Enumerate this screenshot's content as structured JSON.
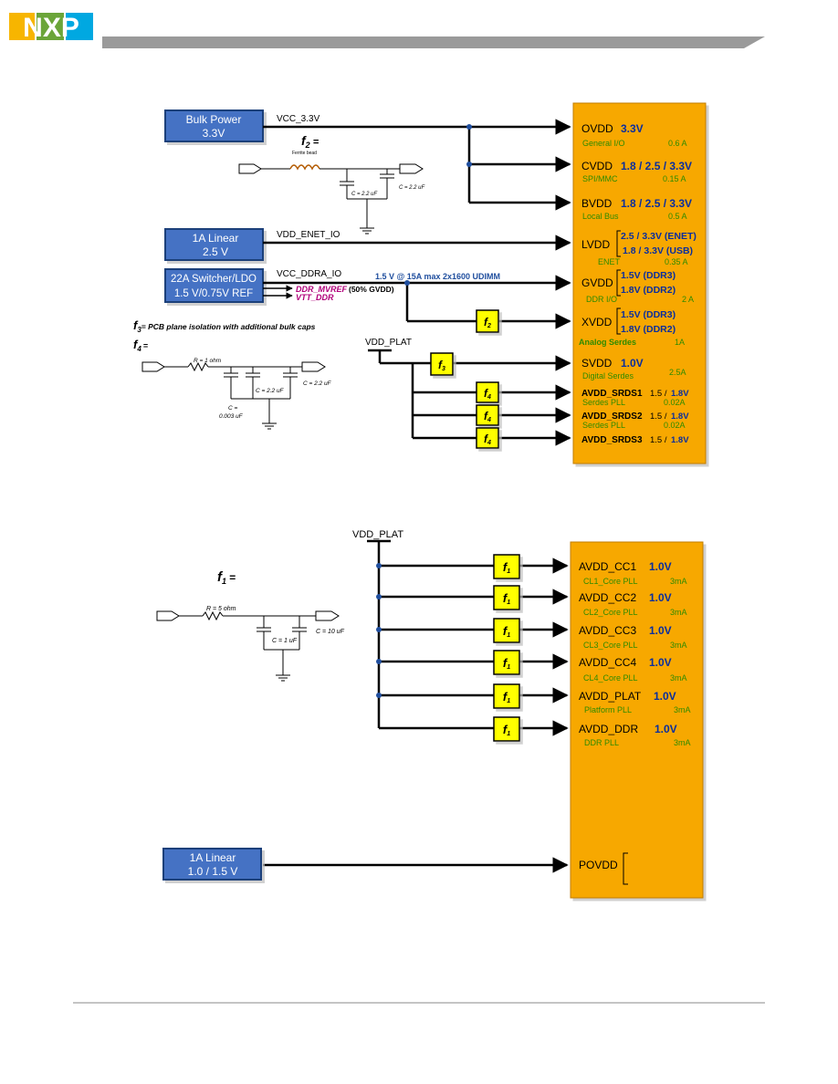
{
  "header": {
    "logo": "NXP"
  },
  "colors": {
    "accent_orange": "#F7A800",
    "source_blue": "#4472C4",
    "label_green": "#2E8B00",
    "value_blue": "#0A2E9E",
    "ddr_magenta": "#B0007A",
    "filter_yellow": "#FFFF00",
    "note_blue": "#1F4E9E"
  },
  "diagram1": {
    "sources": [
      {
        "line1": "Bulk Power",
        "line2": "3.3V"
      },
      {
        "line1": "1A Linear",
        "line2": "2.5 V"
      },
      {
        "line1": "22A Switcher/LDO",
        "line2": "1.5 V/0.75V REF"
      }
    ],
    "nets": {
      "vcc33": "VCC_3.3V",
      "enet": "VDD_ENET_IO",
      "ddra": "VCC_DDRA_IO",
      "plat": "VDD_PLAT"
    },
    "ddr_note": "1.5 V @ 15A max 2x1600 UDIMM",
    "ddr_mvref": "DDR_MVREF",
    "ddr_mvref_note": "(50% GVDD)",
    "vtt_ddr": "VTT_DDR",
    "f3_note": "= PCB plane isolation with additional bulk caps",
    "f2_title": "f",
    "f2_sub": "2",
    "f2_eq": "=",
    "f2_part": "Ferrite bead",
    "f2_c1": "C = 2.2 uF",
    "f2_c2": "C = 2.2 uF",
    "f4_r": "R = 1 ohm",
    "f4_c1": "C = 2.2 uF",
    "f4_c2": "C = 2.2 uF",
    "f4_c3a": "C =",
    "f4_c3b": "0.003 uF",
    "filters": {
      "f2": "f2",
      "f3": "f3",
      "f4": "f4"
    },
    "rails": {
      "ovdd": {
        "name": "OVDD",
        "value": "3.3V",
        "desc": "General I/O",
        "current": "0.6 A"
      },
      "cvdd": {
        "name": "CVDD",
        "value": "1.8 / 2.5 / 3.3V",
        "desc": "SPI/MMC",
        "current": "0.15 A"
      },
      "bvdd": {
        "name": "BVDD",
        "value": "1.8 / 2.5 / 3.3V",
        "desc": "Local Bus",
        "current": "0.5 A"
      },
      "lvdd": {
        "name": "LVDD",
        "value1": "2.5 / 3.3V (ENET)",
        "value2": "1.8 / 3.3V (USB)",
        "desc": "ENET",
        "current": "0.35 A"
      },
      "gvdd": {
        "name": "GVDD",
        "value1": "1.5V (DDR3)",
        "value2": "1.8V (DDR2)",
        "desc": "DDR I/O",
        "current": "2 A"
      },
      "xvdd": {
        "name": "XVDD",
        "value1": "1.5V (DDR3)",
        "value2": "1.8V (DDR2)",
        "desc": "Analog Serdes",
        "current": "1A"
      },
      "svdd": {
        "name": "SVDD",
        "value": "1.0V",
        "desc": "Digital Serdes",
        "current": "2.5A"
      },
      "srds1": {
        "name": "AVDD_SRDS1",
        "value_a": "1.5 /",
        "value_b": "1.8V",
        "desc": "Serdes PLL",
        "current": "0.02A"
      },
      "srds2": {
        "name": "AVDD_SRDS2",
        "value_a": "1.5 /",
        "value_b": "1.8V",
        "desc": "Serdes PLL",
        "current": "0.02A"
      },
      "srds3": {
        "name": "AVDD_SRDS3",
        "value_a": "1.5 /",
        "value_b": "1.8V"
      }
    }
  },
  "diagram2": {
    "net": "VDD_PLAT",
    "f1_title": "f",
    "f1_sub": "1",
    "f1_eq": "=",
    "f1_r": "R = 5 ohm",
    "f1_c1": "C = 1 uF",
    "f1_c2": "C = 10 uF",
    "source": {
      "line1": "1A Linear",
      "line2": "1.0 / 1.5 V"
    },
    "filter_label": "f1",
    "rails": [
      {
        "name": "AVDD_CC1",
        "value": "1.0V",
        "desc": "CL1_Core PLL",
        "current": "3mA"
      },
      {
        "name": "AVDD_CC2",
        "value": "1.0V",
        "desc": "CL2_Core PLL",
        "current": "3mA"
      },
      {
        "name": "AVDD_CC3",
        "value": "1.0V",
        "desc": "CL3_Core PLL",
        "current": "3mA"
      },
      {
        "name": "AVDD_CC4",
        "value": "1.0V",
        "desc": "CL4_Core PLL",
        "current": "3mA"
      },
      {
        "name": "AVDD_PLAT",
        "value": "1.0V",
        "desc": "Platform PLL",
        "current": "3mA"
      },
      {
        "name": "AVDD_DDR",
        "value": "1.0V",
        "desc": "DDR PLL",
        "current": "3mA"
      }
    ],
    "povdd": "POVDD"
  }
}
